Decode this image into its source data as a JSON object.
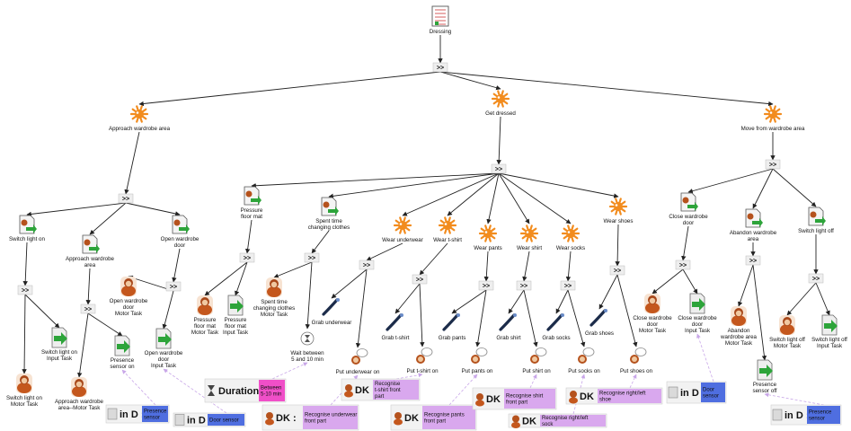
{
  "nodes": [
    {
      "id": "root",
      "label": "Dressing",
      "icon": "abstract-task-icon"
    },
    {
      "id": "op_root",
      "label": ">>",
      "icon": "operator"
    },
    {
      "id": "approach",
      "label": "Approach wardrobe area",
      "icon": "abstract-task-icon"
    },
    {
      "id": "getdressed",
      "label": "Get dressed",
      "icon": "abstract-task-icon"
    },
    {
      "id": "movefrom",
      "label": "Move from wardrobe area",
      "icon": "abstract-task-icon"
    },
    {
      "id": "op_app",
      "label": ">>",
      "icon": "operator"
    },
    {
      "id": "op_gd",
      "label": ">>",
      "icon": "operator"
    },
    {
      "id": "op_mv",
      "label": ">>",
      "icon": "operator"
    },
    {
      "id": "switchon",
      "label": "Switch light on",
      "icon": "user-task-icon"
    },
    {
      "id": "approachwd",
      "label": "Approach wardrobe area",
      "icon": "user-task-icon"
    },
    {
      "id": "openwd",
      "label": "Open wardrobe door",
      "icon": "user-task-icon"
    },
    {
      "id": "op_sw",
      "label": ">>",
      "icon": "operator"
    },
    {
      "id": "op_aw",
      "label": ">>",
      "icon": "operator"
    },
    {
      "id": "op_ow",
      "label": ">>",
      "icon": "operator"
    },
    {
      "id": "sw_motor",
      "label": "Switch light on Motor Task",
      "icon": "motor-task-icon"
    },
    {
      "id": "sw_input",
      "label": "Switch light on Input Task",
      "icon": "input-task-icon"
    },
    {
      "id": "aw_motor",
      "label": "Approach wardrobe area--Motor Task",
      "icon": "motor-task-icon"
    },
    {
      "id": "aw_presence",
      "label": "Presence sensor on",
      "icon": "input-task-icon"
    },
    {
      "id": "ow_motor",
      "label": "Open wardrobe door Motor Task",
      "icon": "motor-task-icon"
    },
    {
      "id": "ow_input",
      "label": "Open wardrobe door Input Task",
      "icon": "input-task-icon"
    },
    {
      "id": "pfm",
      "label": "Pressure floor mat",
      "icon": "user-task-icon"
    },
    {
      "id": "stcc",
      "label": "Spent time changing clothes",
      "icon": "user-task-icon"
    },
    {
      "id": "wunder",
      "label": "Wear underwear",
      "icon": "abstract-task-icon"
    },
    {
      "id": "wtshirt",
      "label": "Wear t-shirt",
      "icon": "abstract-task-icon"
    },
    {
      "id": "wpants",
      "label": "Wear pants",
      "icon": "abstract-task-icon"
    },
    {
      "id": "wshirt",
      "label": "Wear shirt",
      "icon": "abstract-task-icon"
    },
    {
      "id": "wsocks",
      "label": "Wear socks",
      "icon": "abstract-task-icon"
    },
    {
      "id": "wshoes",
      "label": "Wear shoes",
      "icon": "abstract-task-icon"
    },
    {
      "id": "op_pfm",
      "label": ">>",
      "icon": "operator"
    },
    {
      "id": "op_stcc",
      "label": ">>",
      "icon": "operator"
    },
    {
      "id": "op_wu",
      "label": ">>",
      "icon": "operator"
    },
    {
      "id": "op_wt",
      "label": ">>",
      "icon": "operator"
    },
    {
      "id": "op_wp",
      "label": ">>",
      "icon": "operator"
    },
    {
      "id": "op_ws",
      "label": ">>",
      "icon": "operator"
    },
    {
      "id": "op_wk",
      "label": ">>",
      "icon": "operator"
    },
    {
      "id": "op_wh",
      "label": ">>",
      "icon": "operator"
    },
    {
      "id": "pfm_motor",
      "label": "Pressure floor mat Motor Task",
      "icon": "motor-task-icon"
    },
    {
      "id": "pfm_input",
      "label": "Pressure floor mat Input Task",
      "icon": "input-task-icon"
    },
    {
      "id": "stcc_motor",
      "label": "Spent time changing clothes Motor Task",
      "icon": "motor-task-icon"
    },
    {
      "id": "wait",
      "label": "Wait between 5 and 10 min",
      "icon": "wait-task-icon"
    },
    {
      "id": "grab_under",
      "label": "Grab underwear",
      "icon": "motor-task-icon"
    },
    {
      "id": "put_under",
      "label": "Put underwear on",
      "icon": "cognitive-task-icon"
    },
    {
      "id": "grab_tshirt",
      "label": "Grab t-shirt",
      "icon": "motor-task-icon"
    },
    {
      "id": "put_tshirt",
      "label": "Put t-shirt on",
      "icon": "cognitive-task-icon"
    },
    {
      "id": "grab_pants",
      "label": "Grab pants",
      "icon": "motor-task-icon"
    },
    {
      "id": "put_pants",
      "label": "Put pants on",
      "icon": "cognitive-task-icon"
    },
    {
      "id": "grab_shirt",
      "label": "Grab shirt",
      "icon": "motor-task-icon"
    },
    {
      "id": "put_shirt",
      "label": "Put shirt on",
      "icon": "cognitive-task-icon"
    },
    {
      "id": "grab_socks",
      "label": "Grab socks",
      "icon": "motor-task-icon"
    },
    {
      "id": "put_socks",
      "label": "Put socks on",
      "icon": "cognitive-task-icon"
    },
    {
      "id": "grab_shoes",
      "label": "Grab shoes",
      "icon": "motor-task-icon"
    },
    {
      "id": "put_shoes",
      "label": "Put shoes on",
      "icon": "cognitive-task-icon"
    },
    {
      "id": "closewd",
      "label": "Close wardrobe door",
      "icon": "user-task-icon"
    },
    {
      "id": "abandon",
      "label": "Abandon wardrobe area",
      "icon": "user-task-icon"
    },
    {
      "id": "switchoff",
      "label": "Switch light off",
      "icon": "user-task-icon"
    },
    {
      "id": "op_cw",
      "label": ">>",
      "icon": "operator"
    },
    {
      "id": "op_ab",
      "label": ">>",
      "icon": "operator"
    },
    {
      "id": "op_so",
      "label": ">>",
      "icon": "operator"
    },
    {
      "id": "cw_motor",
      "label": "Close wardrobe door Motor Task",
      "icon": "motor-task-icon"
    },
    {
      "id": "cw_input",
      "label": "Close wardrobe door Input Task",
      "icon": "input-task-icon"
    },
    {
      "id": "ab_motor",
      "label": "Abandon wardrobe area Motor Task",
      "icon": "motor-task-icon"
    },
    {
      "id": "ab_presence",
      "label": "Presence sensor off",
      "icon": "input-task-icon"
    },
    {
      "id": "so_motor",
      "label": "Switch light off Motor Task",
      "icon": "motor-task-icon"
    },
    {
      "id": "so_input",
      "label": "Switch light off Input Task",
      "icon": "input-task-icon"
    }
  ],
  "annotations": [
    {
      "id": "a_presence_on",
      "key": "in D :",
      "value": "Presence sensor",
      "kind": "device",
      "target": "aw_presence"
    },
    {
      "id": "a_door1",
      "key": "in D :",
      "value": "Door sensor",
      "kind": "device",
      "target": "ow_input"
    },
    {
      "id": "a_duration",
      "key": "Duration :",
      "value": "Between 5-10 min",
      "kind": "duration",
      "target": "wait"
    },
    {
      "id": "a_dk_under",
      "key": "DK :",
      "value": "Recognise underwear front part",
      "kind": "knowledge",
      "target": "put_under"
    },
    {
      "id": "a_dk_tshirt",
      "key": "DK :",
      "value": "Recognise t-shirt front part",
      "kind": "knowledge",
      "target": "put_tshirt"
    },
    {
      "id": "a_dk_pants",
      "key": "DK :",
      "value": "Recognise pants front part",
      "kind": "knowledge",
      "target": "put_pants"
    },
    {
      "id": "a_dk_shirt",
      "key": "DK :",
      "value": "Recognise shirt front part",
      "kind": "knowledge",
      "target": "put_shirt"
    },
    {
      "id": "a_dk_sock",
      "key": "DK :",
      "value": "Recognise right/left sock",
      "kind": "knowledge",
      "target": "put_socks"
    },
    {
      "id": "a_dk_shoe",
      "key": "DK :",
      "value": "Recognise right/left shoe",
      "kind": "knowledge",
      "target": "put_shoes"
    },
    {
      "id": "a_door2",
      "key": "in D :",
      "value": "Door sensor",
      "kind": "device",
      "target": "cw_input"
    },
    {
      "id": "a_presence_off",
      "key": "in D :",
      "value": "Presence sensor",
      "kind": "device",
      "target": "ab_presence"
    }
  ],
  "colors": {
    "edge": "#222222",
    "annotation_edge": "#c8a6e8",
    "device_fill": "#4f6ee0",
    "duration_fill": "#f04fc8",
    "knowledge_fill": "#d9a8ee",
    "abstract_icon": "#f28c1e",
    "motor_icon_head": "#b5521d",
    "input_arrow": "#2da43a",
    "operator_bg": "#eeeeee"
  }
}
